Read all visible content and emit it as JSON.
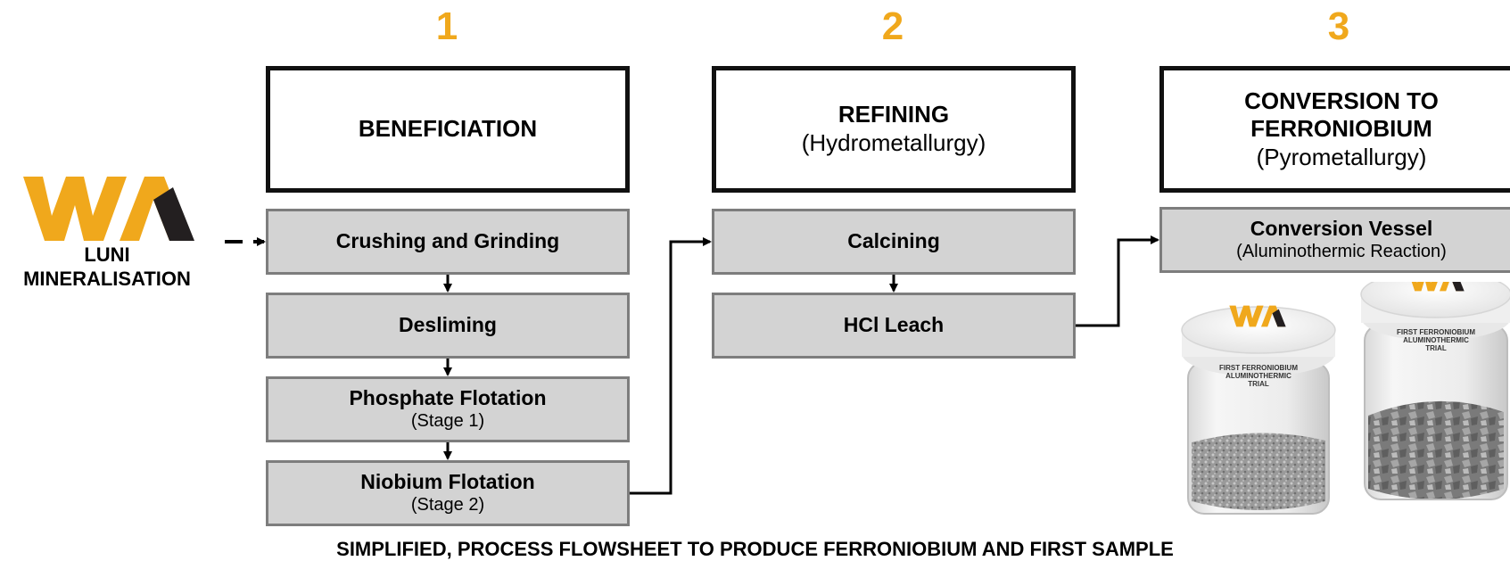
{
  "stages": [
    {
      "number": "1",
      "title": "BENEFICIATION",
      "subtitle": ""
    },
    {
      "number": "2",
      "title": "REFINING",
      "subtitle": "(Hydrometallurgy)"
    },
    {
      "number": "3",
      "title": "CONVERSION TO FERRONIOBIUM",
      "subtitle": "(Pyrometallurgy)"
    }
  ],
  "source": {
    "logo_text": "WA",
    "label_line1": "LUNI",
    "label_line2": "MINERALISATION"
  },
  "steps": {
    "crushing": {
      "title": "Crushing and Grinding",
      "note": ""
    },
    "desliming": {
      "title": "Desliming",
      "note": ""
    },
    "phosphate": {
      "title": "Phosphate Flotation",
      "note": "(Stage 1)"
    },
    "niobium": {
      "title": "Niobium Flotation",
      "note": "(Stage 2)"
    },
    "calcining": {
      "title": "Calcining",
      "note": ""
    },
    "hcl": {
      "title": "HCl Leach",
      "note": ""
    },
    "conversion": {
      "title": "Conversion Vessel",
      "note": "(Aluminothermic Reaction)"
    }
  },
  "jar_label": {
    "line1": "FIRST FERRONIOBIUM",
    "line2": "ALUMINOTHERMIC",
    "line3": "TRIAL"
  },
  "caption": "SIMPLIFIED, PROCESS FLOWSHEET TO PRODUCE FERRONIOBIUM AND FIRST SAMPLE",
  "colors": {
    "accent": "#f0a81c",
    "box_fill": "#d3d3d3",
    "box_border": "#7d7d7d"
  }
}
